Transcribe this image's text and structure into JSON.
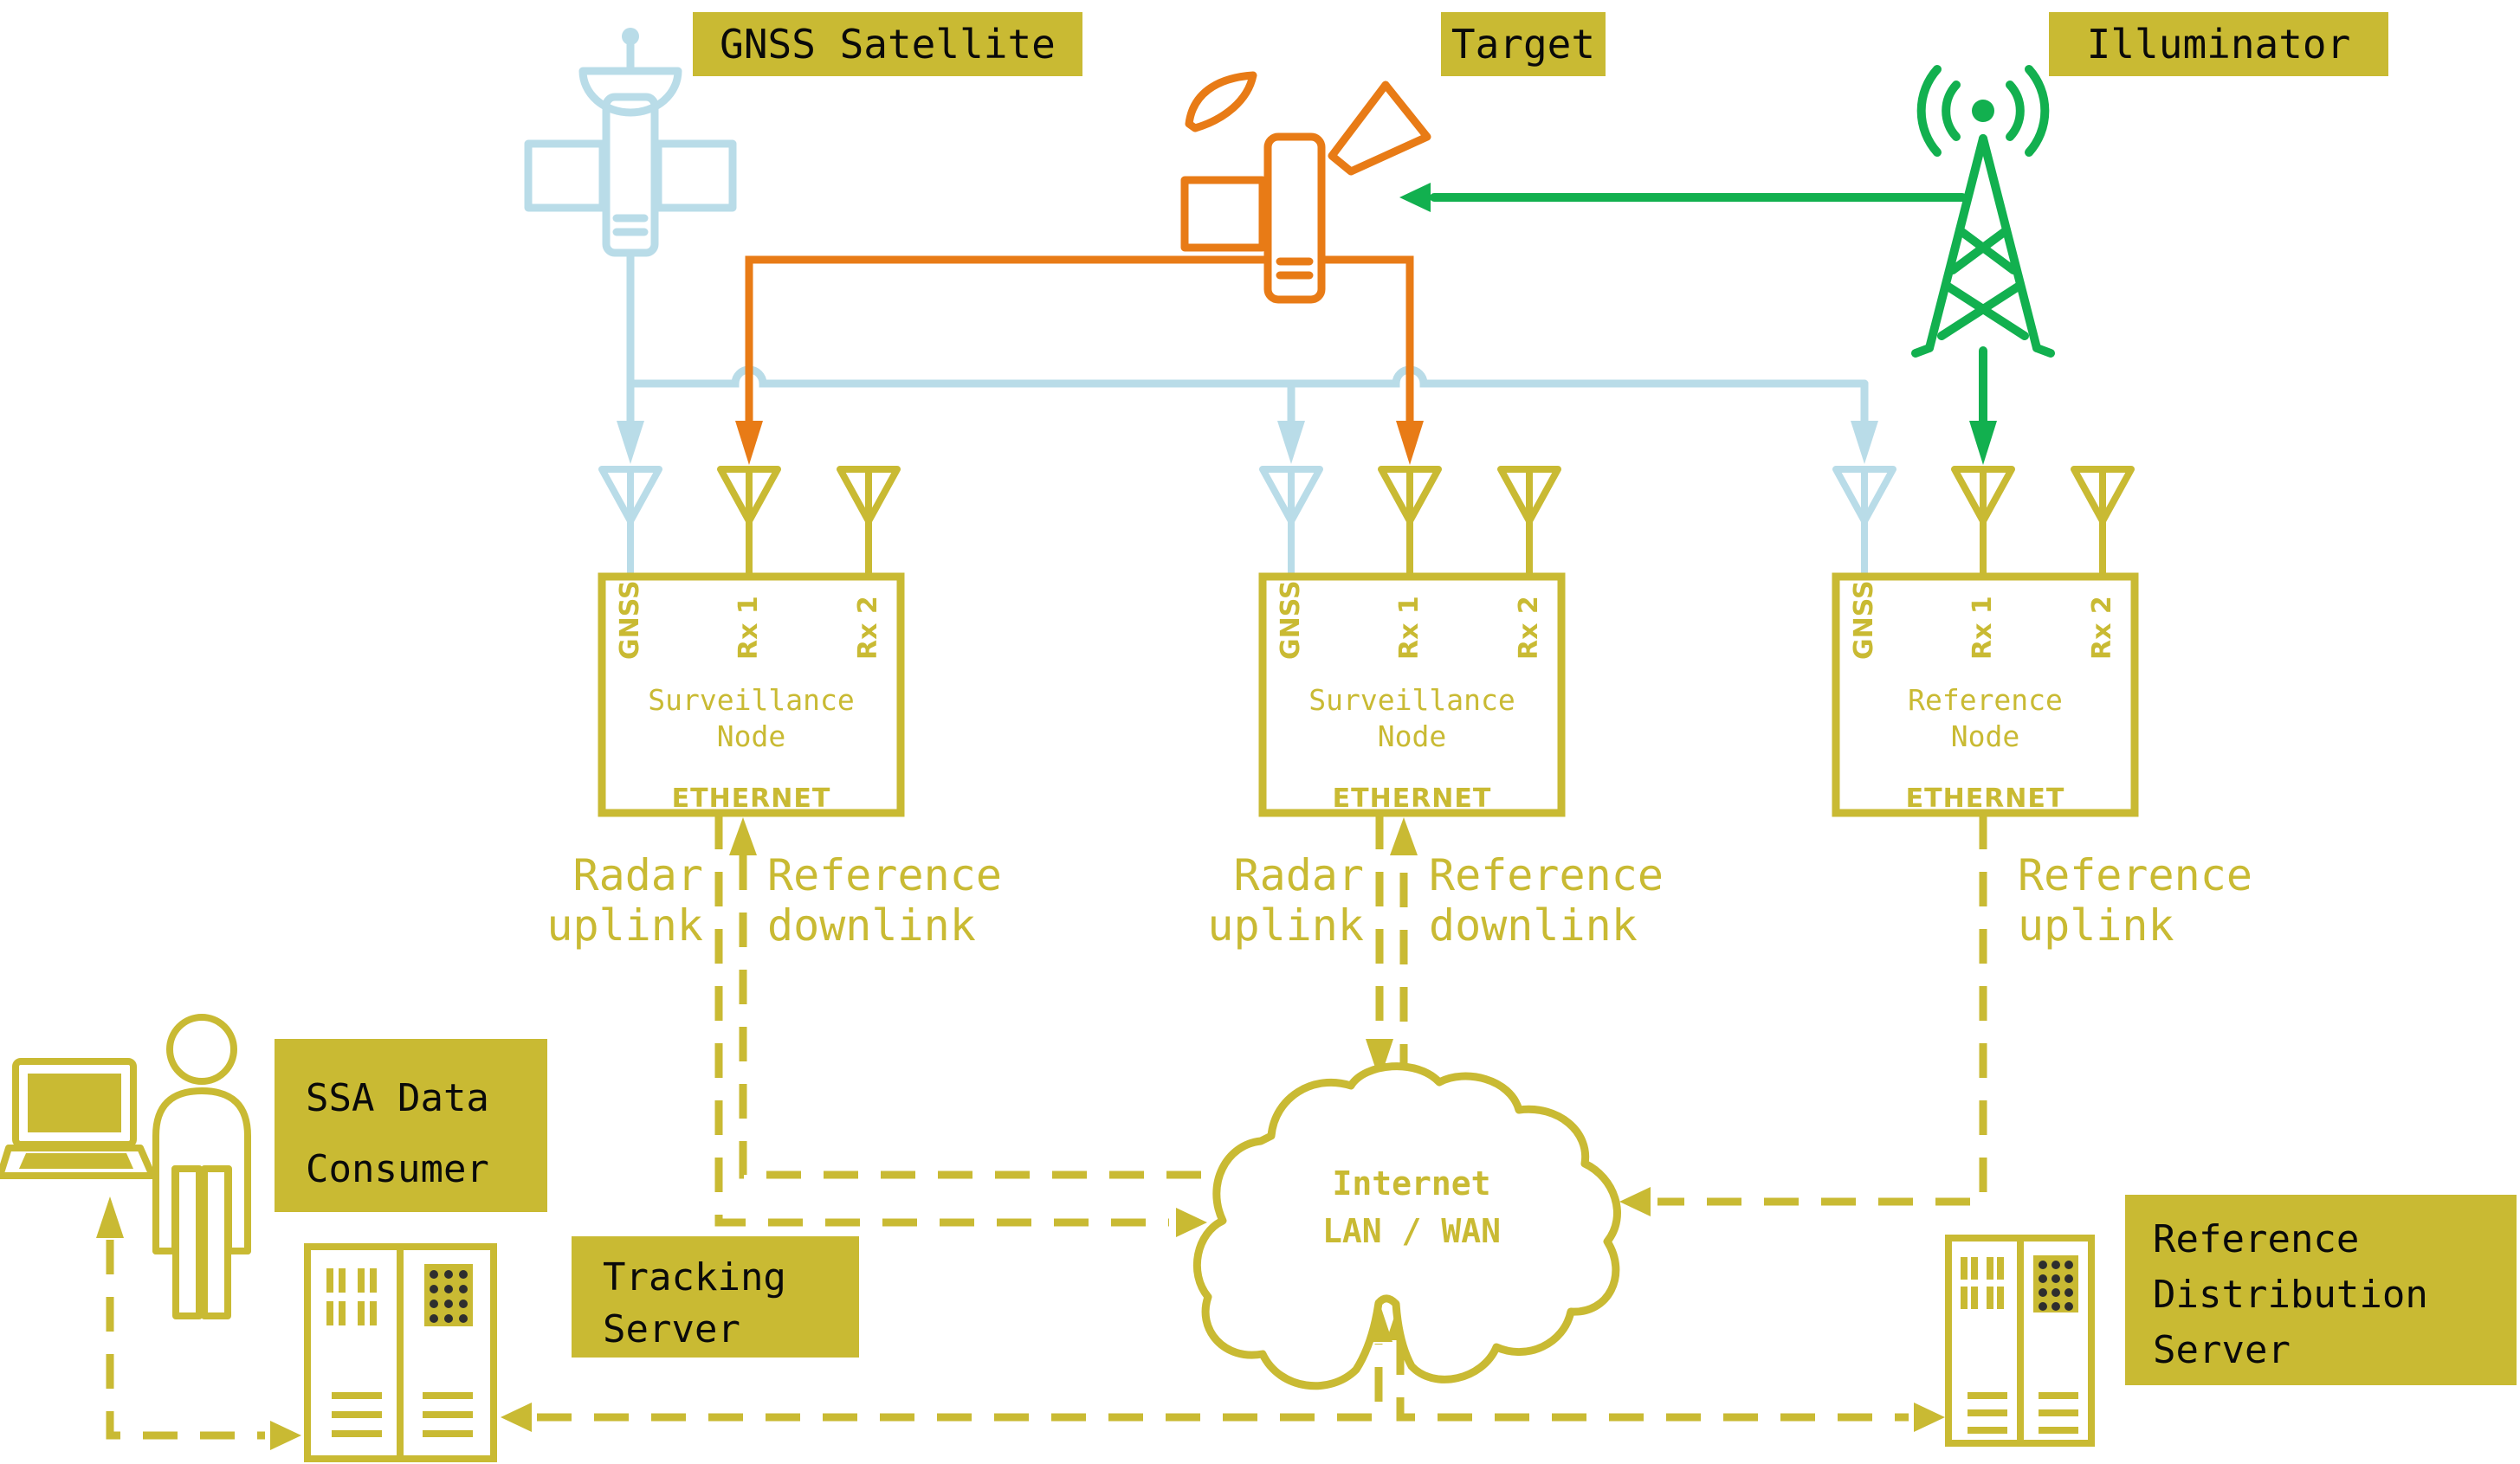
{
  "colors": {
    "olive": "#c9ba33",
    "light_blue": "#b9dce8",
    "orange": "#e87b16",
    "green": "#12b04f",
    "label_text": "#0a0a0a",
    "background": "#ffffff"
  },
  "top_labels": {
    "gnss_satellite": "GNSS Satellite",
    "target": "Target",
    "illuminator": "Illuminator"
  },
  "nodes": [
    {
      "port_gnss": "GNSS",
      "port_rx1": "Rx 1",
      "port_rx2": "Rx 2",
      "title_line1": "Surveillance",
      "title_line2": "Node",
      "eth": "ETHERNET"
    },
    {
      "port_gnss": "GNSS",
      "port_rx1": "Rx 1",
      "port_rx2": "Rx 2",
      "title_line1": "Surveillance",
      "title_line2": "Node",
      "eth": "ETHERNET"
    },
    {
      "port_gnss": "GNSS",
      "port_rx1": "Rx 1",
      "port_rx2": "Rx 2",
      "title_line1": "Reference",
      "title_line2": "Node",
      "eth": "ETHERNET"
    }
  ],
  "link_labels": {
    "n1_left_l1": "Radar",
    "n1_left_l2": "uplink",
    "n1_right_l1": "Reference",
    "n1_right_l2": "downlink",
    "n2_left_l1": "Radar",
    "n2_left_l2": "uplink",
    "n2_right_l1": "Reference",
    "n2_right_l2": "downlink",
    "n3_l1": "Reference",
    "n3_l2": "uplink"
  },
  "cloud": {
    "line1": "Internet",
    "line2": "LAN / WAN"
  },
  "ssa_consumer": {
    "line1": "SSA Data",
    "line2": "Consumer"
  },
  "tracking_server": {
    "line1": "Tracking",
    "line2": "Server"
  },
  "reference_server": {
    "line1": "Reference",
    "line2": "Distribution",
    "line3": "Server"
  },
  "icons": {
    "gnss-satellite-icon": "satellite with dish and solar panels",
    "target-icon": "tumbling satellite",
    "illuminator-icon": "radio broadcast tower",
    "antenna-icon": "triangle antenna",
    "internet-cloud-icon": "cloud outline",
    "ssa-consumer-icon": "person with laptop",
    "tracking-server-icon": "server rack",
    "reference-server-icon": "server rack"
  }
}
